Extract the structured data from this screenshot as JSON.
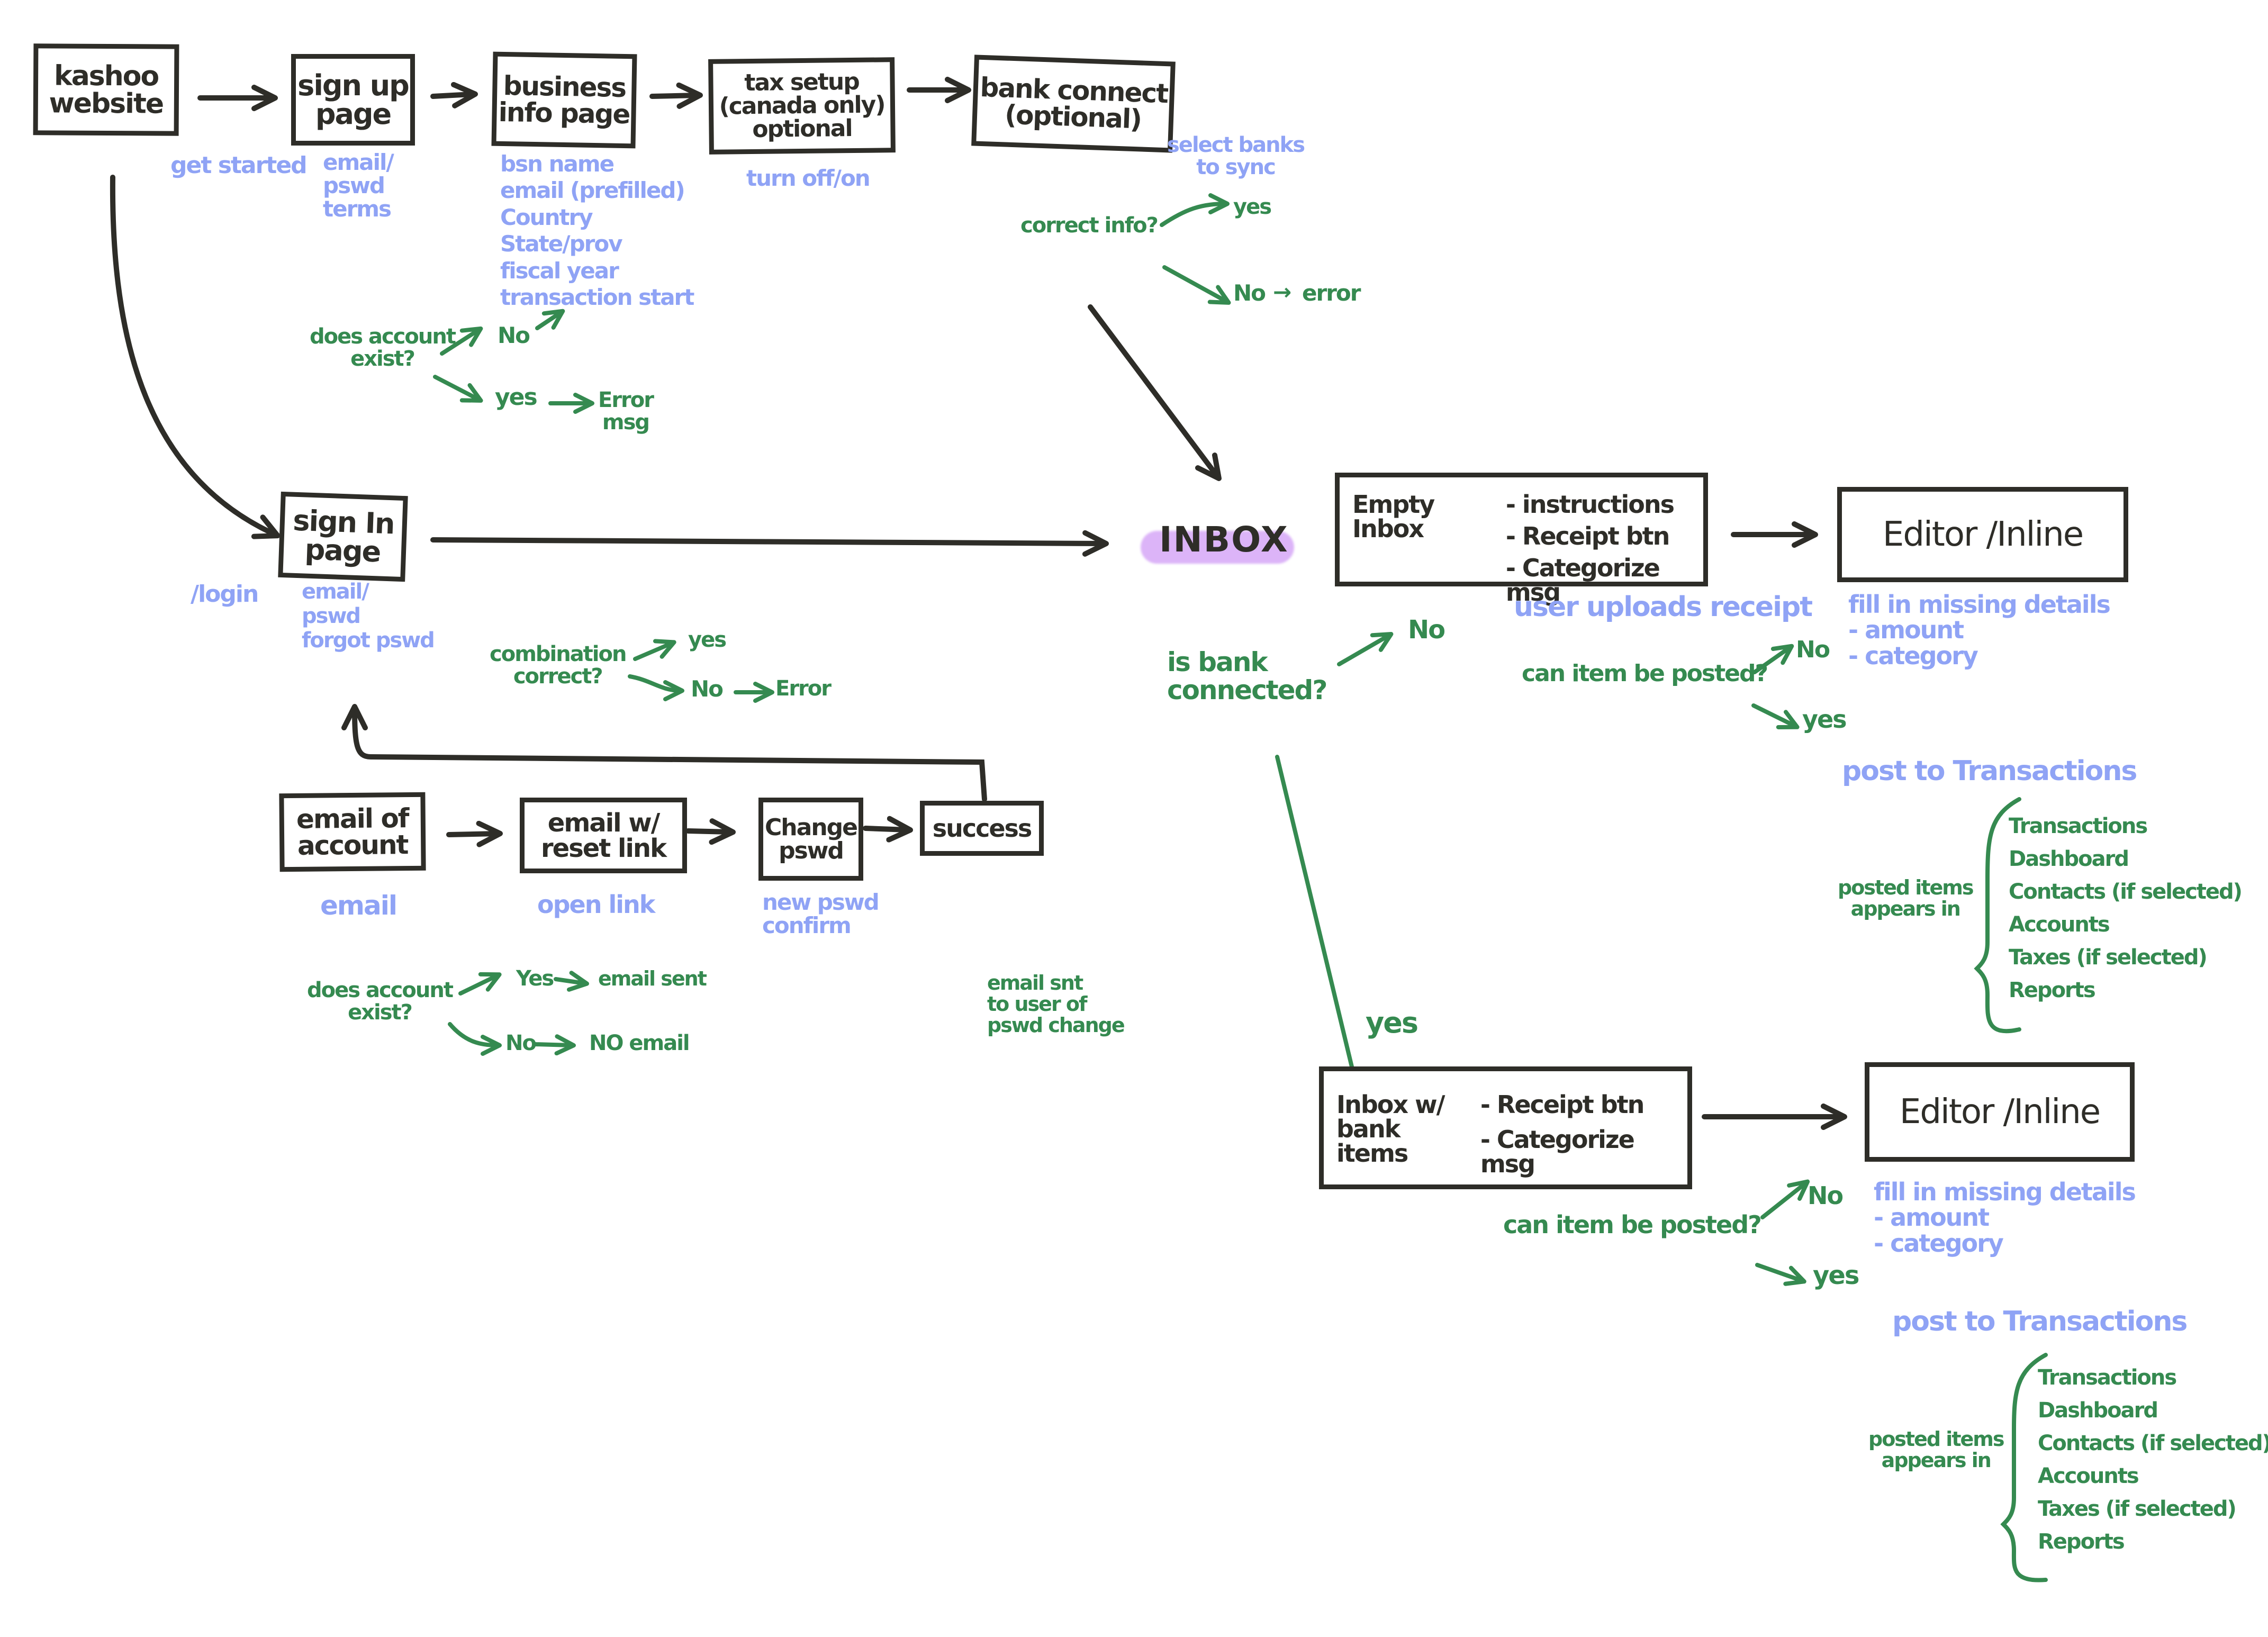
{
  "diagram": {
    "title": "Kashoo onboarding / inbox user flow",
    "colors": {
      "ink": "#2e2d28",
      "annotation_blue": "#8fa3f5",
      "decision_green": "#358a50",
      "highlight_purple": "#dcb4f8"
    },
    "boxes": {
      "kashoo_website": "kashoo\nwebsite",
      "sign_up_page": "sign up\npage",
      "business_info_page": "business\ninfo page",
      "tax_setup": "tax setup\n(canada only)\noptional",
      "bank_connect": "bank connect\n(optional)",
      "sign_in_page": "sign In\npage",
      "inbox": "INBOX",
      "empty_inbox": {
        "title": "Empty Inbox",
        "items": [
          "- instructions",
          "- Receipt btn",
          "- Categorize msg"
        ]
      },
      "editor_inline_1": "Editor /Inline",
      "email_of_account": "email of\naccount",
      "email_reset_link": "email w/\nreset link",
      "change_pswd": "Change\npswd",
      "success": "success",
      "inbox_bank_items": {
        "title": "Inbox w/\nbank items",
        "items": [
          "- Receipt btn",
          "- Categorize msg"
        ]
      },
      "editor_inline_2": "Editor /Inline"
    },
    "annotations": {
      "get_started": "get started",
      "sign_up_fields": "email/\npswd\nterms",
      "business_fields": "bsn name\nemail (prefilled)\nCountry\nState/prov\nfiscal year\ntransaction start",
      "tax_toggle": "turn off/on",
      "select_banks": "select banks\nto sync",
      "login": "/login",
      "sign_in_fields": "email/\npswd\nforgot pswd",
      "email_field": "email",
      "open_link": "open link",
      "new_pswd": "new pswd\nconfirm",
      "user_uploads_receipt": "user uploads receipt",
      "fill_missing_1": "fill in missing details\n   - amount\n   - category",
      "fill_missing_2": "fill in missing details\n   - amount\n   - category",
      "post_to_transactions_1": "post to Transactions",
      "post_to_transactions_2": "post to Transactions"
    },
    "decisions": {
      "signup_account_exists": {
        "question": "does account\nexist?",
        "no": "No",
        "yes": "yes",
        "yes_result": "Error\nmsg"
      },
      "bank_correct_info": {
        "question": "correct info?",
        "yes": "yes",
        "no": "No",
        "no_result": "error"
      },
      "signin_combination": {
        "question": "combination\ncorrect?",
        "yes": "yes",
        "no": "No",
        "no_result": "Error"
      },
      "reset_account_exists": {
        "question": "does account\nexist?",
        "yes": "Yes",
        "yes_result": "email sent",
        "no": "No",
        "no_result": "NO email"
      },
      "success_note": "email snt\nto user of\npswd change",
      "is_bank_connected": {
        "question": "is bank\nconnected?",
        "no": "No",
        "yes": "yes"
      },
      "can_post_1": {
        "question": "can item be posted?",
        "no": "No",
        "yes": "yes"
      },
      "can_post_2": {
        "question": "can item be posted?",
        "no": "No",
        "yes": "yes"
      }
    },
    "posted_items_1": {
      "label": "posted items\nappears in",
      "items": [
        "Transactions",
        "Dashboard",
        "Contacts  (if selected)",
        "Accounts",
        "Taxes   (if selected)",
        "Reports"
      ]
    },
    "posted_items_2": {
      "label": "posted items\nappears in",
      "items": [
        "Transactions",
        "Dashboard",
        "Contacts  (if selected)",
        "Accounts",
        "Taxes   (if selected)",
        "Reports"
      ]
    }
  }
}
